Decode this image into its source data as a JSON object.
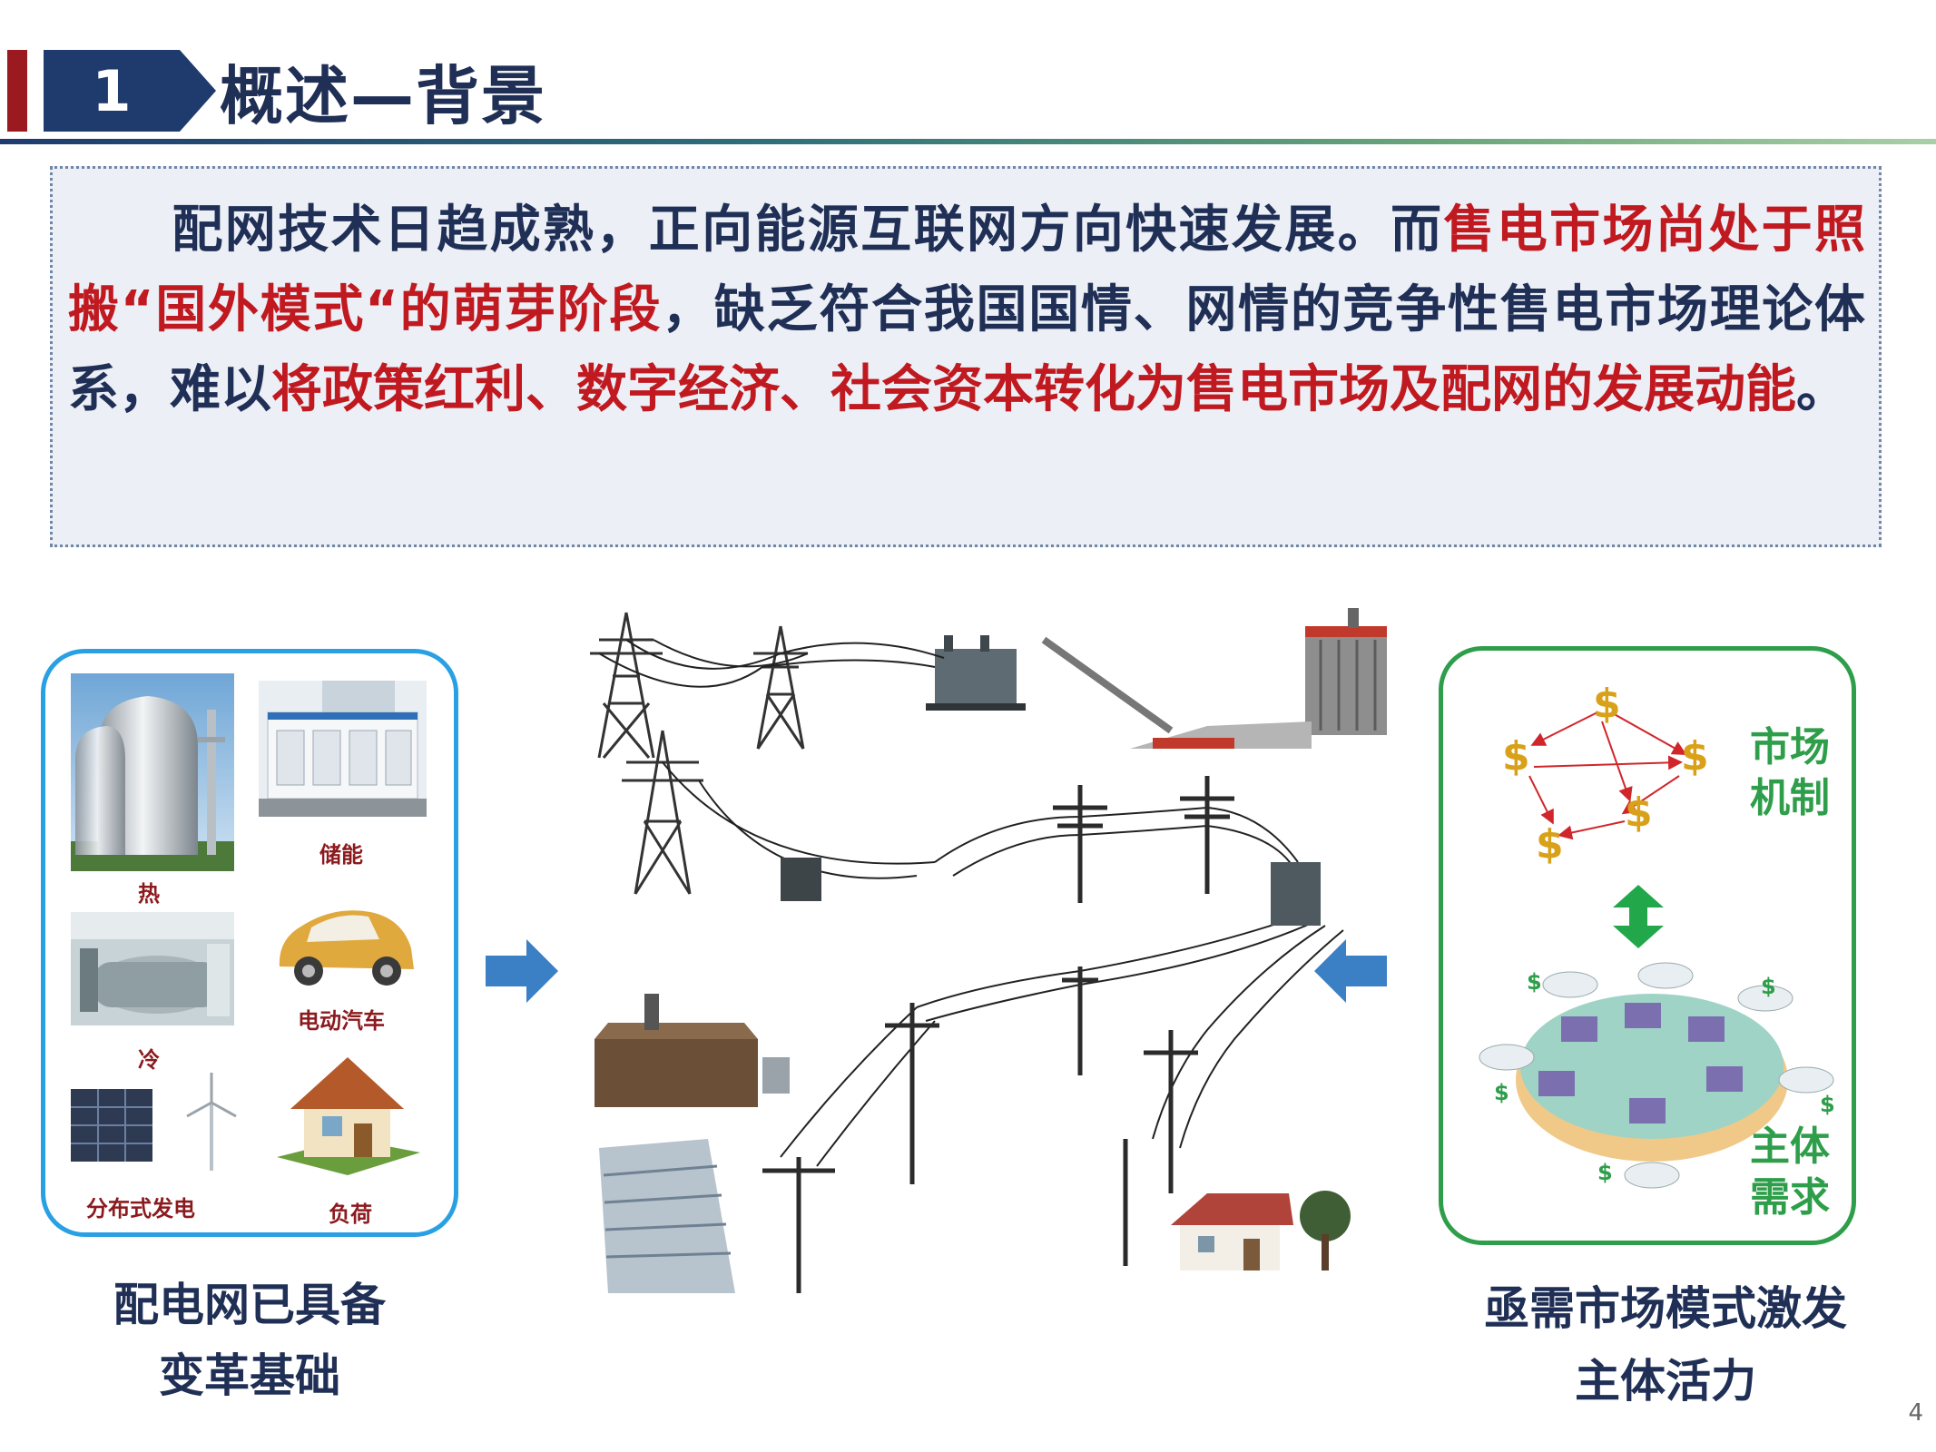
{
  "header": {
    "section_number": "1",
    "title": "概述—背景"
  },
  "intro": {
    "segments": [
      {
        "text": "配网技术日趋成熟，正向能源互联网方向快速发展。而",
        "red": false
      },
      {
        "text": "售电市场尚处于照搬“国外模式“的萌芽阶段",
        "red": true
      },
      {
        "text": "，缺乏符合我国国情、网情的竞争性售电市场理论体系，难以",
        "red": false
      },
      {
        "text": "将政策红利、数字经济、社会资本转化为",
        "red": true
      },
      {
        "text": "售电市场及配网的发展动能",
        "red": true
      },
      {
        "text": "。",
        "red": false
      }
    ]
  },
  "left_panel": {
    "labels": {
      "heat": "热",
      "storage": "储能",
      "cold": "冷",
      "ev": "电动汽车",
      "dg": "分布式发电",
      "load": "负荷"
    },
    "caption_line1": "配电网已具备",
    "caption_line2": "变革基础"
  },
  "right_panel": {
    "market_mechanism_line1": "市场",
    "market_mechanism_line2": "机制",
    "subject_demand_line1": "主体",
    "subject_demand_line2": "需求",
    "dollar_sign": "$",
    "caption_line1": "亟需市场模式激发",
    "caption_line2": "主体活力"
  },
  "page_number": "4",
  "colors": {
    "navy": "#1f2f55",
    "red": "#c01920",
    "blue_border": "#2aa0e4",
    "green_border": "#2e9e4a",
    "arrow_blue": "#3b7fc4",
    "arrow_green": "#22a84a"
  }
}
